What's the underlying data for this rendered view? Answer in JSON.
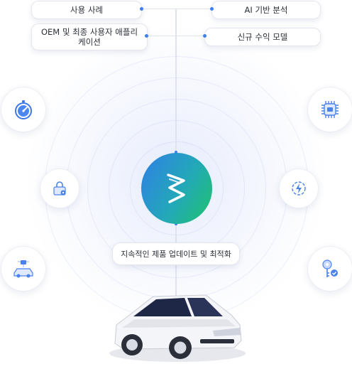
{
  "top_left_labels": [
    "사용 사례",
    "OEM 및 최종 사용자 애플리\n케이션"
  ],
  "top_right_labels": [
    "AI 기반 분석",
    "신규 수익 모델"
  ],
  "center_label": "지속적인 제품 업데이트 및 최적화",
  "icons": {
    "left": [
      "speed-dial-icon",
      "lock-card-icon",
      "connected-car-icon"
    ],
    "right": [
      "chip-icon",
      "lightning-icon",
      "key-check-icon"
    ],
    "center": "brand-logo-icon",
    "bottom": "suv-car-icon"
  },
  "colors": {
    "accent": "#3b7ff0",
    "logo_gradient_start": "#2f7fe6",
    "logo_gradient_end": "#1fc46a"
  }
}
